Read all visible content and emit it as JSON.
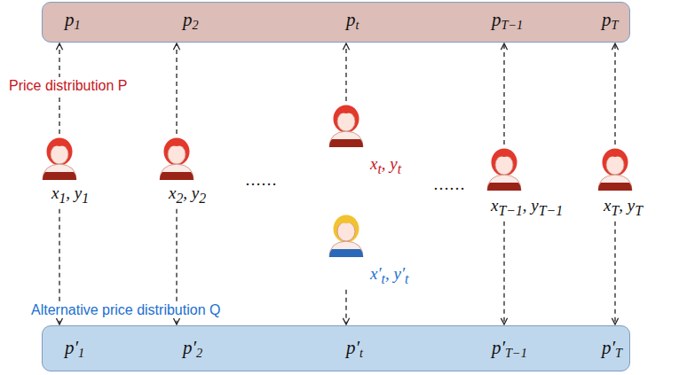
{
  "diagram": {
    "nodes": [
      {
        "text": [
          "p1",
          "p2",
          "pt",
          "pT−1",
          "pT"
        ]
      },
      {
        "text": [
          "x1, y1"
        ]
      },
      {
        "text": [
          "x2, y2"
        ]
      },
      {
        "text": [
          "xt, yt"
        ]
      },
      {
        "text": [
          "xT−1, yT−1"
        ]
      },
      {
        "text": [
          "xT, yT"
        ]
      },
      {
        "text": [
          "x′t, y′t"
        ]
      },
      {
        "text": [
          "p′1",
          "p′2",
          "p′t",
          "p′T−1",
          "p′T"
        ]
      }
    ],
    "edges": [
      {
        "from": 1,
        "to": 0,
        "arrow": "to"
      },
      {
        "from": 1,
        "to": 7,
        "arrow": "to"
      },
      {
        "from": 2,
        "to": 0,
        "arrow": "to"
      },
      {
        "from": 2,
        "to": 7,
        "arrow": "to"
      },
      {
        "from": 3,
        "to": 0,
        "arrow": "to"
      },
      {
        "from": 6,
        "to": 7,
        "arrow": "to"
      },
      {
        "from": 4,
        "to": 0,
        "arrow": "to"
      },
      {
        "from": 4,
        "to": 7,
        "arrow": "to"
      },
      {
        "from": 5,
        "to": 0,
        "arrow": "to"
      },
      {
        "from": 5,
        "to": 7,
        "arrow": "to"
      }
    ],
    "labels": [
      "Price distribution P",
      "Alternative price distribution Q",
      "……",
      "……"
    ]
  }
}
